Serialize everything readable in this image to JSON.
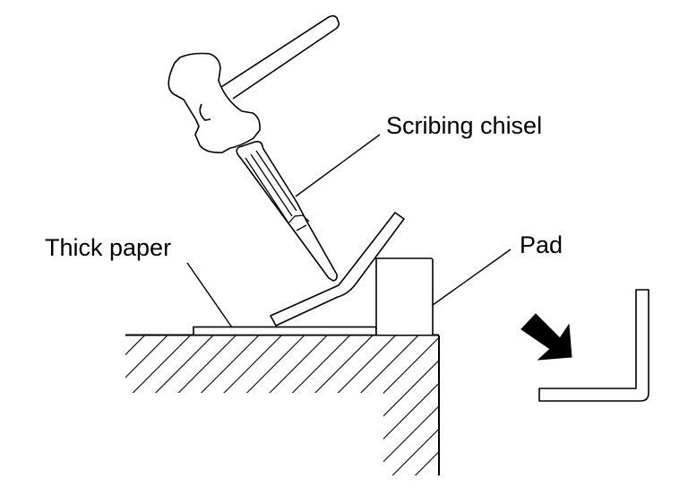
{
  "diagram": {
    "title": "",
    "labels": {
      "scribing_chisel": "Scribing chisel",
      "thick_paper": "Thick paper",
      "pad": "Pad"
    },
    "components": [
      {
        "id": "hammer",
        "name": "Hammer"
      },
      {
        "id": "scribing-chisel",
        "name": "Scribing chisel"
      },
      {
        "id": "bent-plate",
        "name": "Workpiece plate being bent"
      },
      {
        "id": "pad",
        "name": "Pad"
      },
      {
        "id": "thick-paper",
        "name": "Thick paper"
      },
      {
        "id": "workbench",
        "name": "Workbench (hatched section)"
      },
      {
        "id": "direction-arrow",
        "name": "Arrow pointing to result"
      },
      {
        "id": "l-bracket",
        "name": "Resulting L-shaped bent part"
      }
    ],
    "colors": {
      "line": "#000000",
      "background": "#ffffff"
    }
  }
}
